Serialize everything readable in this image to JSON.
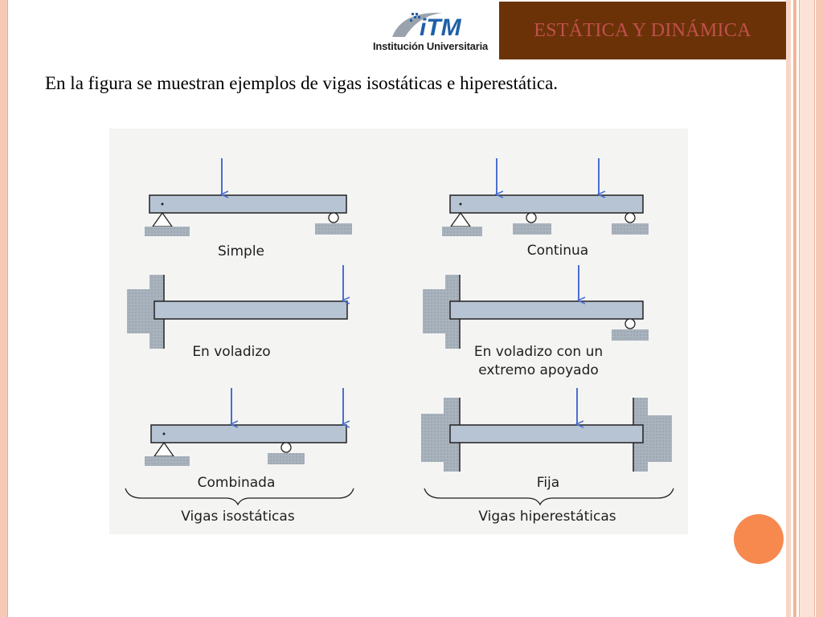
{
  "header": {
    "logo_mark": "iTM",
    "logo_subtitle": "Institución Universitaria",
    "title": "ESTÁTICA Y DINÁMICA"
  },
  "body": {
    "text": "En la figura se muestran ejemplos de vigas isostáticas e hiperestática."
  },
  "figure": {
    "labels": {
      "simple": "Simple",
      "continua": "Continua",
      "voladizo": "En voladizo",
      "voladizo_apoyado_1": "En voladizo con un",
      "voladizo_apoyado_2": "extremo apoyado",
      "combinada": "Combinada",
      "fija": "Fija",
      "isostaticas": "Vigas isostáticas",
      "hiperestaticas": "Vigas hiperestáticas"
    },
    "colors": {
      "beam": "#b7c4d3",
      "load_arrow": "#4a6fd0",
      "wall": "#9fa9b4"
    }
  }
}
